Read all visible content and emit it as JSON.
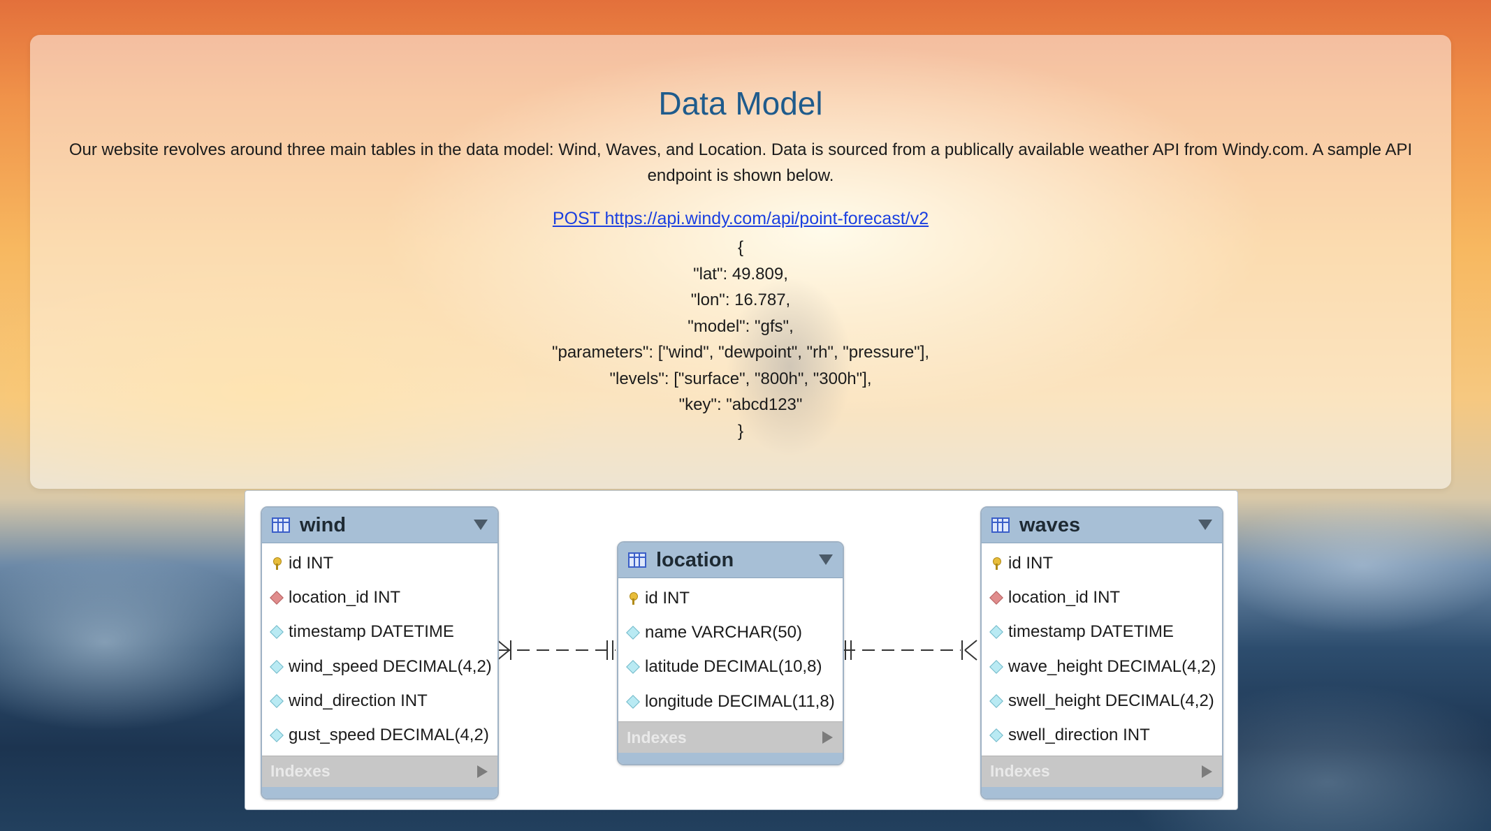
{
  "page": {
    "title": "Data Model",
    "intro": "Our website revolves around three main tables in the data model: Wind, Waves, and Location. Data is sourced from a publically available weather API from Windy.com. A sample API endpoint is shown below.",
    "endpoint_link": "POST https://api.windy.com/api/point-forecast/v2",
    "json_lines": [
      "{",
      "\"lat\": 49.809,",
      "\"lon\": 16.787,",
      "\"model\": \"gfs\",",
      "\"parameters\": [\"wind\", \"dewpoint\", \"rh\", \"pressure\"],",
      "\"levels\": [\"surface\", \"800h\", \"300h\"],",
      "\"key\": \"abcd123\"",
      "}"
    ]
  },
  "diagram": {
    "indexes_label": "Indexes",
    "tables": {
      "wind": {
        "name": "wind",
        "fields": [
          {
            "text": "id INT",
            "icon": "primary-key-icon"
          },
          {
            "text": "location_id INT",
            "icon": "foreign-key-icon"
          },
          {
            "text": "timestamp DATETIME",
            "icon": "column-icon"
          },
          {
            "text": "wind_speed DECIMAL(4,2)",
            "icon": "column-icon"
          },
          {
            "text": "wind_direction INT",
            "icon": "column-icon"
          },
          {
            "text": "gust_speed DECIMAL(4,2)",
            "icon": "column-icon"
          }
        ]
      },
      "location": {
        "name": "location",
        "fields": [
          {
            "text": "id INT",
            "icon": "primary-key-icon"
          },
          {
            "text": "name VARCHAR(50)",
            "icon": "column-icon"
          },
          {
            "text": "latitude DECIMAL(10,8)",
            "icon": "column-icon"
          },
          {
            "text": "longitude DECIMAL(11,8)",
            "icon": "column-icon"
          }
        ]
      },
      "waves": {
        "name": "waves",
        "fields": [
          {
            "text": "id INT",
            "icon": "primary-key-icon"
          },
          {
            "text": "location_id INT",
            "icon": "foreign-key-icon"
          },
          {
            "text": "timestamp DATETIME",
            "icon": "column-icon"
          },
          {
            "text": "wave_height DECIMAL(4,2)",
            "icon": "column-icon"
          },
          {
            "text": "swell_height DECIMAL(4,2)",
            "icon": "column-icon"
          },
          {
            "text": "swell_direction INT",
            "icon": "column-icon"
          }
        ]
      }
    },
    "relationships": [
      {
        "from": "wind",
        "to": "location",
        "from_cardinality": "many",
        "to_cardinality": "one"
      },
      {
        "from": "location",
        "to": "waves",
        "from_cardinality": "one",
        "to_cardinality": "many"
      }
    ]
  }
}
